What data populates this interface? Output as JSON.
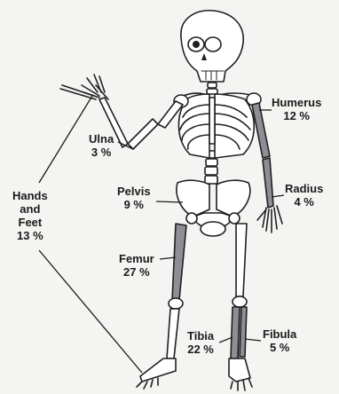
{
  "labels": {
    "humerus": {
      "name": "Humerus",
      "value": "12 %"
    },
    "ulna": {
      "name": "Ulna",
      "value": "3 %"
    },
    "radius": {
      "name": "Radius",
      "value": "4 %"
    },
    "pelvis": {
      "name": "Pelvis",
      "value": "9 %"
    },
    "hands_feet": {
      "line1": "Hands",
      "line2": "and",
      "line3": "Feet",
      "value": "13 %"
    },
    "femur": {
      "name": "Femur",
      "value": "27 %"
    },
    "tibia": {
      "name": "Tibia",
      "value": "22 %"
    },
    "fibula": {
      "name": "Fibula",
      "value": "5 %"
    }
  },
  "colors": {
    "bone_fill": "#ffffff",
    "bone_outline": "#202020",
    "highlight_bone": "#8e8e96",
    "background": "#f4f4f2",
    "text": "#1b1b1b"
  }
}
